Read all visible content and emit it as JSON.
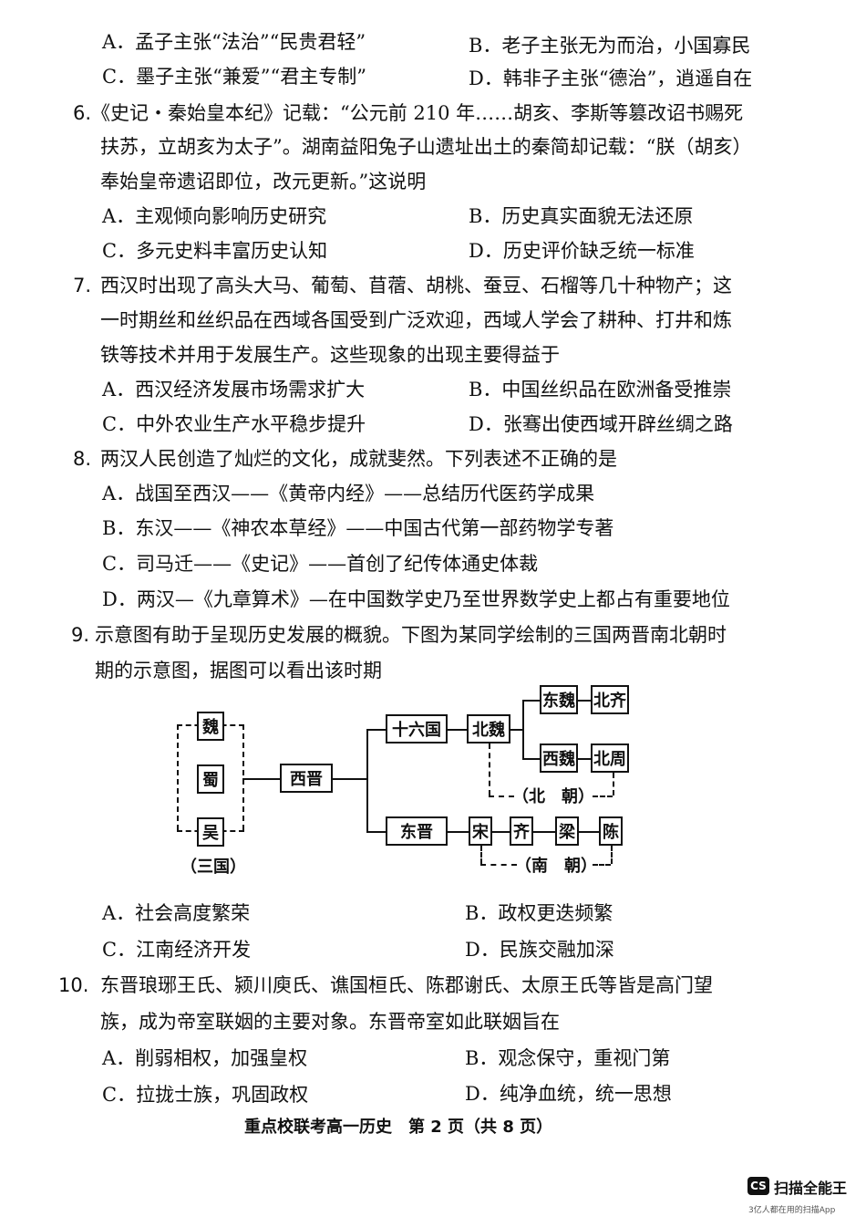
{
  "q5": {
    "a": "A．孟子主张“法治”“民贵君轻”",
    "b": "B．老子主张无为而治，小国寡民",
    "c": "C．墨子主张“兼爱”“君主专制”",
    "d": "D．韩非子主张“德治”，逍遥自在"
  },
  "q6": {
    "num": "6.",
    "line1": "《史记・秦始皇本纪》记载：“公元前 210 年……胡亥、李斯等篡改诏书赐死",
    "line2": "扶苏，立胡亥为太子”。湖南益阳兔子山遗址出土的秦简却记载：“朕（胡亥）",
    "line3": "奉始皇帝遗诏即位，改元更新。”这说明",
    "a": "A．主观倾向影响历史研究",
    "b": "B．历史真实面貌无法还原",
    "c": "C．多元史料丰富历史认知",
    "d": "D．历史评价缺乏统一标准"
  },
  "q7": {
    "num": "7.",
    "line1": "西汉时出现了高头大马、葡萄、苜蓿、胡桃、蚕豆、石榴等几十种物产；这",
    "line2": "一时期丝和丝织品在西域各国受到广泛欢迎，西域人学会了耕种、打井和炼",
    "line3": "铁等技术并用于发展生产。这些现象的出现主要得益于",
    "a": "A．西汉经济发展市场需求扩大",
    "b": "B．中国丝织品在欧洲备受推崇",
    "c": "C．中外农业生产水平稳步提升",
    "d": "D．张骞出使西域开辟丝绸之路"
  },
  "q8": {
    "num": "8.",
    "line1": "两汉人民创造了灿烂的文化，成就斐然。下列表述不正确的是",
    "a": "A．战国至西汉——《黄帝内经》——总结历代医药学成果",
    "b": "B．东汉——《神农本草经》——中国古代第一部药物学专著",
    "c": "C．司马迁——《史记》——首创了纪传体通史体裁",
    "d": "D．两汉—《九章算术》—在中国数学史乃至世界数学史上都占有重要地位"
  },
  "q9": {
    "num": "9.",
    "line1": "示意图有助于呈现历史发展的概貌。下图为某同学绘制的三国两晋南北朝时",
    "line2": "期的示意图，据图可以看出该时期",
    "a": "A．社会高度繁荣",
    "b": "B．政权更迭频繁",
    "c": "C．江南经济开发",
    "d": "D．民族交融加深"
  },
  "diagram": {
    "wei": "魏",
    "shu": "蜀",
    "wu": "吴",
    "sanguo_label": "（三国）",
    "xijin": "西晋",
    "shiliuguo": "十六国",
    "beiwei": "北魏",
    "dongwei": "东魏",
    "beiqi": "北齐",
    "xiwei": "西魏",
    "beizhou": "北周",
    "beichao_label": "（北　朝）",
    "dongjin": "东晋",
    "song": "宋",
    "qi": "齐",
    "liang": "梁",
    "chen": "陈",
    "nanchao_label": "（南　朝）"
  },
  "q10": {
    "num": "10.",
    "line1": "东晋琅琊王氏、颍川庾氏、谯国桓氏、陈郡谢氏、太原王氏等皆是高门望",
    "line2": "族，成为帝室联姻的主要对象。东晋帝室如此联姻旨在",
    "a": "A．削弱相权，加强皇权",
    "b": "B．观念保守，重视门第",
    "c": "C．拉拢士族，巩固政权",
    "d": "D．纯净血统，统一思想"
  },
  "footer": "重点校联考高一历史　第 2 页（共 8 页）",
  "watermark": {
    "logo": "CS",
    "title": "扫描全能王",
    "subtitle": "3亿人都在用的扫描App"
  }
}
